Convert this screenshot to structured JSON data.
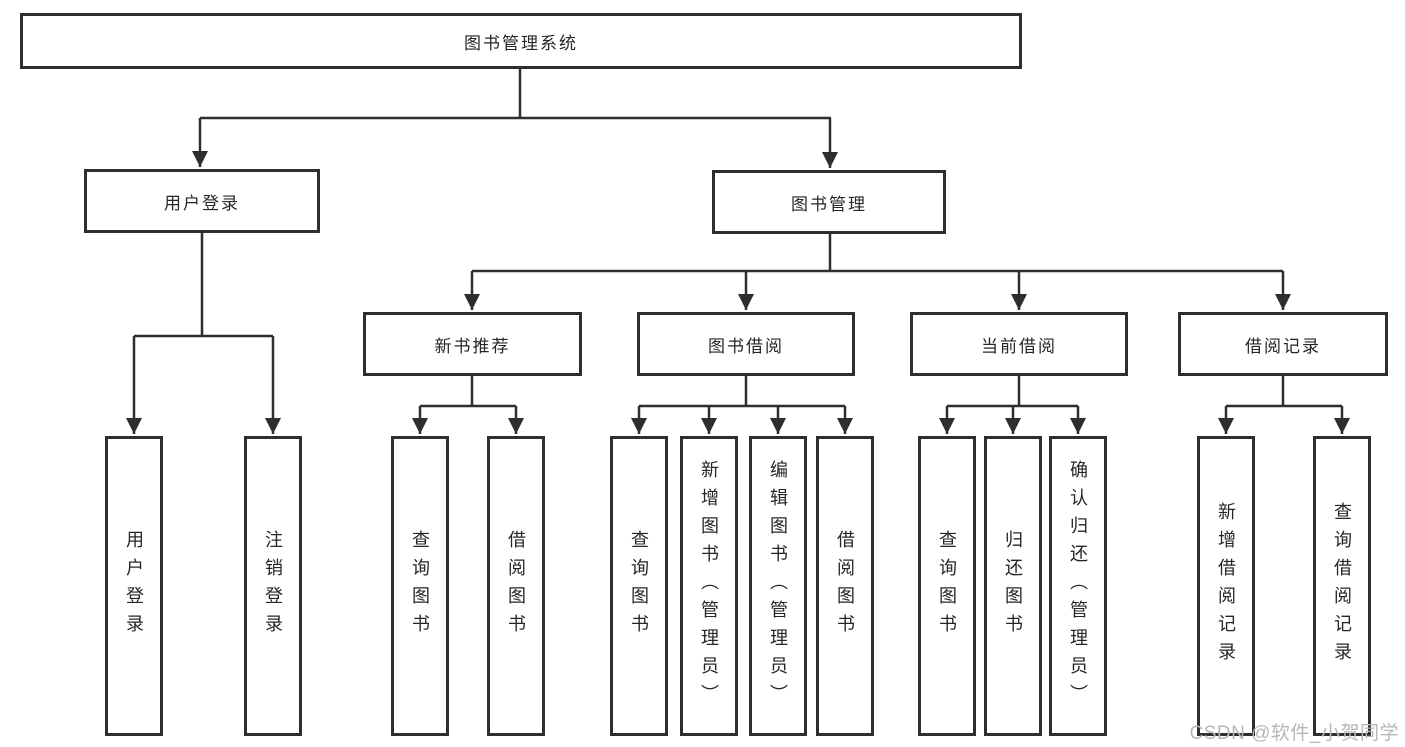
{
  "tree": {
    "root": "图书管理系统",
    "level2": [
      "用户登录",
      "图书管理"
    ],
    "level3": [
      "新书推荐",
      "图书借阅",
      "当前借阅",
      "借阅记录"
    ],
    "leaves_login": [
      "用户登录",
      "注销登录"
    ],
    "leaves_newbook": [
      "查询图书",
      "借阅图书"
    ],
    "leaves_bookborrow": [
      "查询图书",
      "新增图书（管理员）",
      "编辑图书（管理员）",
      "借阅图书"
    ],
    "leaves_current": [
      "查询图书",
      "归还图书",
      "确认归还（管理员）"
    ],
    "leaves_records": [
      "新增借阅记录",
      "查询借阅记录"
    ]
  },
  "watermark": "CSDN @软件_小贺同学",
  "colors": {
    "line": "#2e2e2e",
    "box_border": "#2e2e2e",
    "text": "#262626",
    "watermark": "#b7b7b7",
    "background": "#ffffff"
  }
}
